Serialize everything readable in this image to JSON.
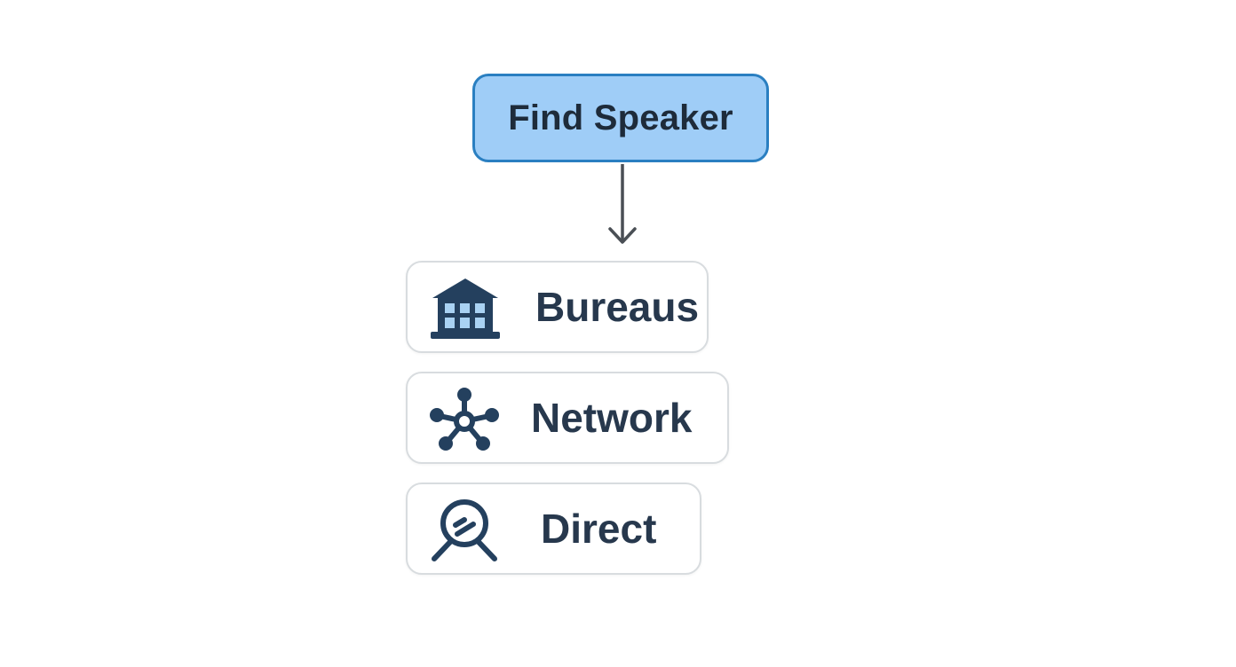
{
  "root": {
    "label": "Find Speaker",
    "fill": "#9fcdf7",
    "border": "#2a7fc1"
  },
  "options": [
    {
      "label": "Bureaus",
      "icon": "building-icon"
    },
    {
      "label": "Network",
      "icon": "network-icon"
    },
    {
      "label": "Direct",
      "icon": "magnifier-icon"
    }
  ],
  "colors": {
    "icon": "#24405e",
    "text": "#27384d",
    "arrow": "#4a4f55"
  }
}
